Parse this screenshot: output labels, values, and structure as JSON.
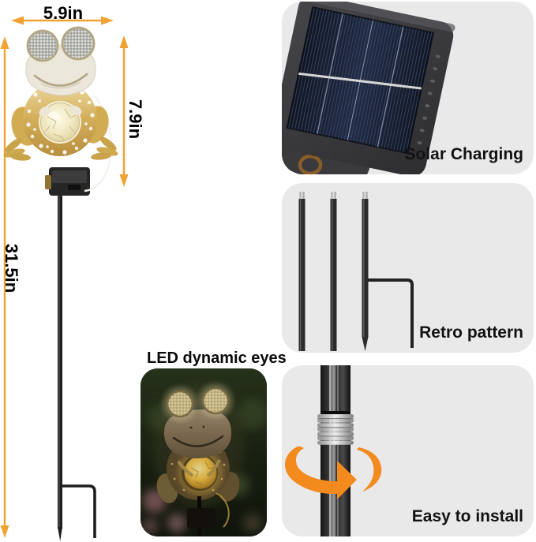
{
  "product": {
    "width_label": "5.9in",
    "frog_height_label": "7.9in",
    "total_height_label": "31.5in",
    "led_caption": "LED dynamic eyes"
  },
  "features": [
    {
      "label": "Solar Charging"
    },
    {
      "label": "Retro pattern"
    },
    {
      "label": "Easy to install"
    }
  ],
  "colors": {
    "dimension_arrow": "#F0A232",
    "panel_background": "#E9E9E9",
    "label_text": "#121212",
    "rotation_arrow": "#F28A1E",
    "frog_gold": "#D4B05A",
    "glow_amber": "#FFD75E"
  }
}
